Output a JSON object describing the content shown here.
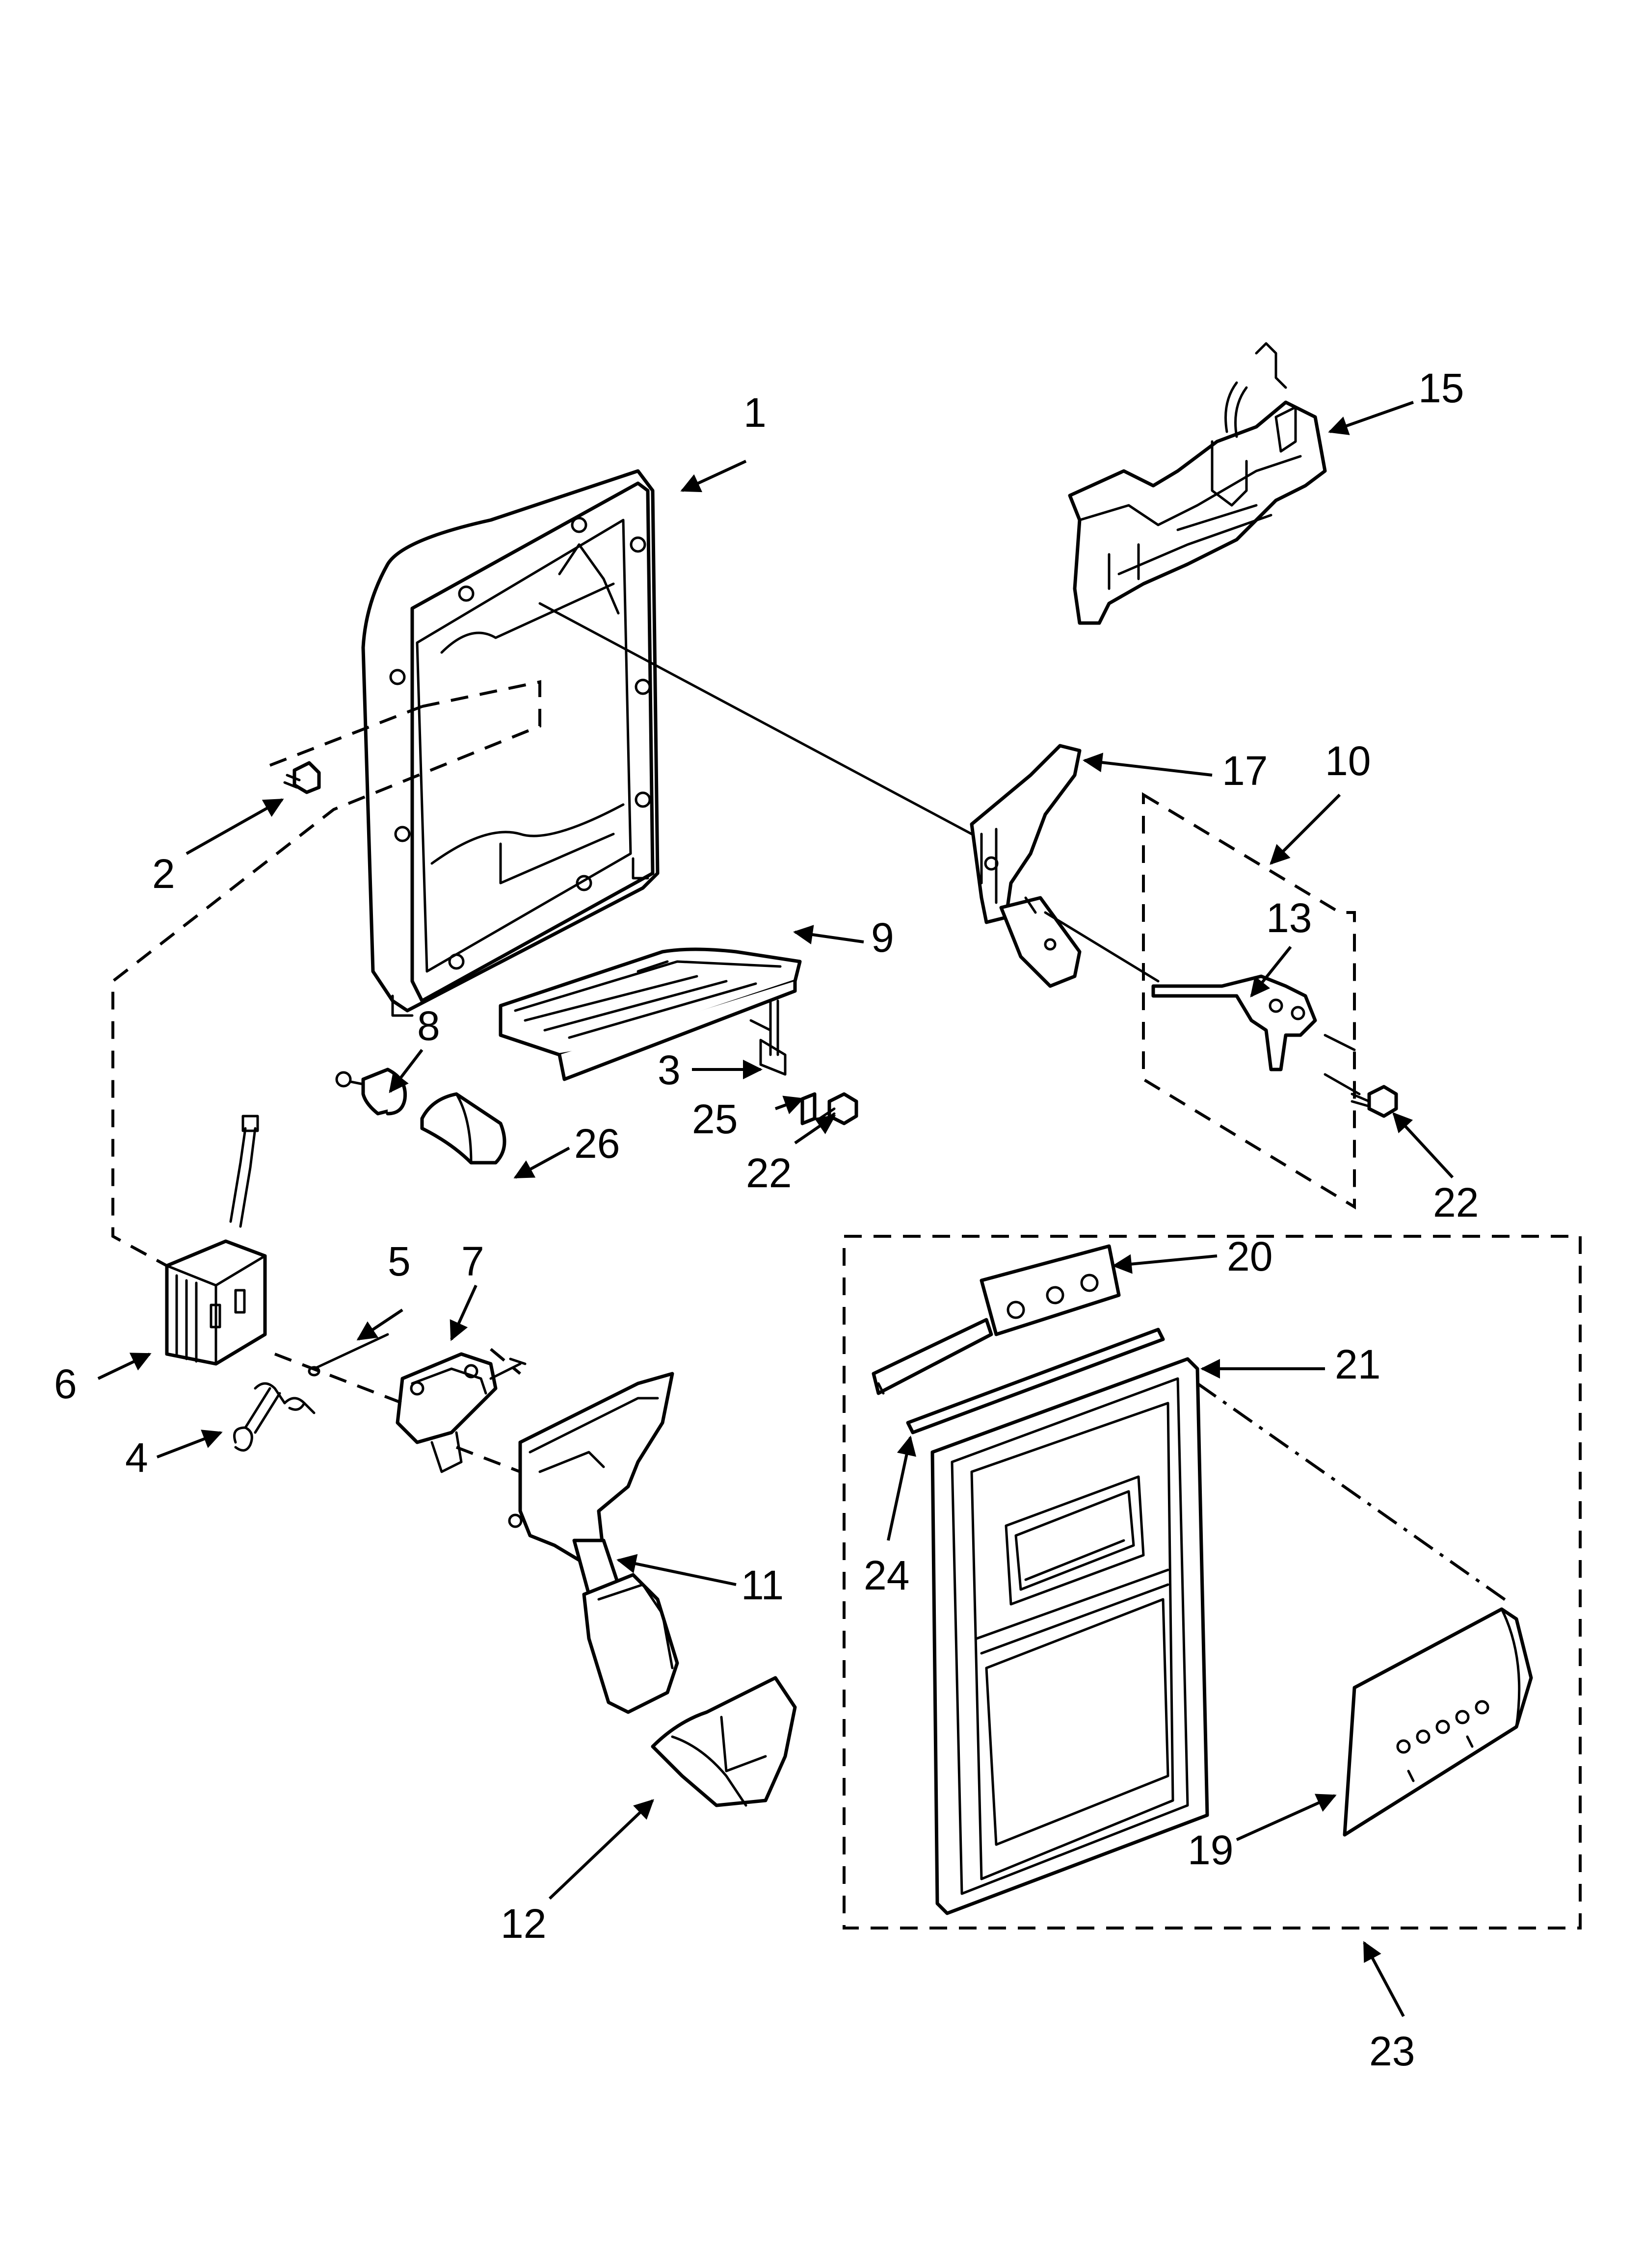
{
  "callouts": {
    "c1": "1",
    "c2": "2",
    "c3": "3",
    "c4": "4",
    "c5": "5",
    "c6": "6",
    "c7": "7",
    "c8": "8",
    "c9": "9",
    "c10": "10",
    "c11": "11",
    "c12": "12",
    "c13": "13",
    "c15": "15",
    "c17": "17",
    "c19": "19",
    "c20": "20",
    "c21": "21",
    "c22a": "22",
    "c22b": "22",
    "c23": "23",
    "c24": "24",
    "c25": "25",
    "c26": "26"
  },
  "colors": {
    "line": "#000000",
    "background": "#ffffff"
  }
}
